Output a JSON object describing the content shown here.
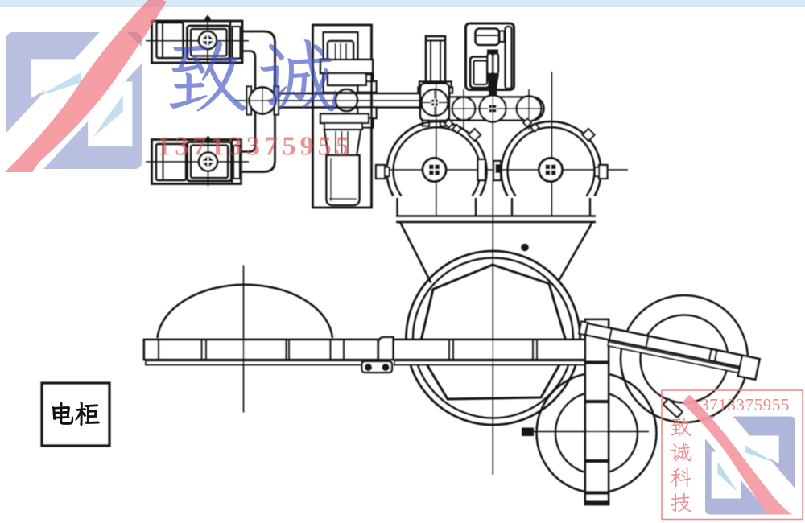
{
  "page": {
    "top_strip_color": "#d8e9f6",
    "top_strip_edge_color": "#bdd7ea",
    "background": "#ffffff"
  },
  "diagram": {
    "stroke_color": "#141414",
    "cabinet_label": "电柜"
  },
  "watermarks": {
    "top_left": {
      "brand_text": "致诚",
      "brand_text_color": "#3e51c6",
      "phone": "13713375955",
      "phone_color": "#e25151"
    },
    "bottom_right": {
      "phone": "13713375955",
      "phone_color": "#ee8181",
      "brand_vertical_text": "致诚科技",
      "brand_vertical_color": "#ed8282",
      "border_color": "#f27e7e"
    },
    "logo_colors": {
      "square": "#a9b1d8",
      "swoosh": "#f59aa4",
      "accent": "#b7d9ee"
    }
  }
}
